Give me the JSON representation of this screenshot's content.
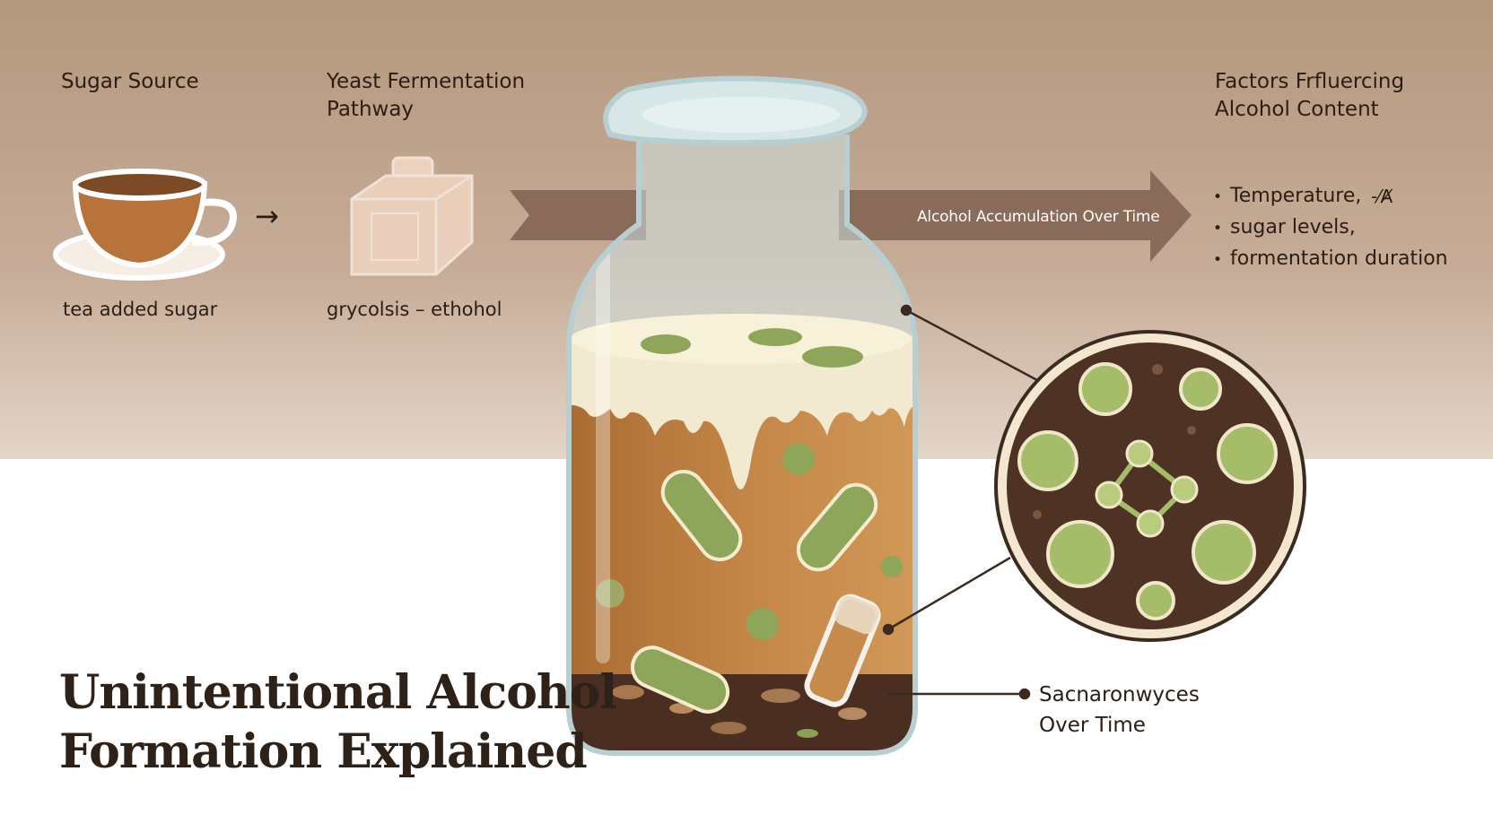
{
  "title": {
    "line1": "Unintentional Alcohol",
    "line2": "Formation Explained"
  },
  "steps": {
    "sugar_source": {
      "heading": "Sugar Source",
      "caption": "tea added sugar"
    },
    "yeast_pathway": {
      "heading_line1": "Yeast Fermentation",
      "heading_line2": "Pathway",
      "caption": "grycolsis – ethohol"
    },
    "step_arrow": "→"
  },
  "flow": {
    "label": "Alcohol Accumulation Over Time"
  },
  "factors": {
    "heading_line1": "Factors Frfluercing",
    "heading_line2": "Alcohol Content",
    "items": [
      "Temperature,",
      "sugar levels,",
      "formentation duration"
    ],
    "extra_mark": "-⁄Ⱥ"
  },
  "microbe_callout": {
    "line1": "Sacnaronwyces",
    "line2": "Over Time"
  },
  "colors": {
    "header_band": "#b89a82",
    "arrow_brown": "#8a6a58",
    "tea_liquid": "#b87a3a",
    "scoby_cream": "#f1ead0",
    "microbe_green": "#8ea65a",
    "sediment_dark": "#4a2e22",
    "glass": "#cfe3e3"
  },
  "icons": [
    "teacup-icon",
    "sugar-cube-icon",
    "fermentation-jar-icon",
    "bacteria-icon",
    "magnified-yeast-icon",
    "test-tube-icon"
  ]
}
